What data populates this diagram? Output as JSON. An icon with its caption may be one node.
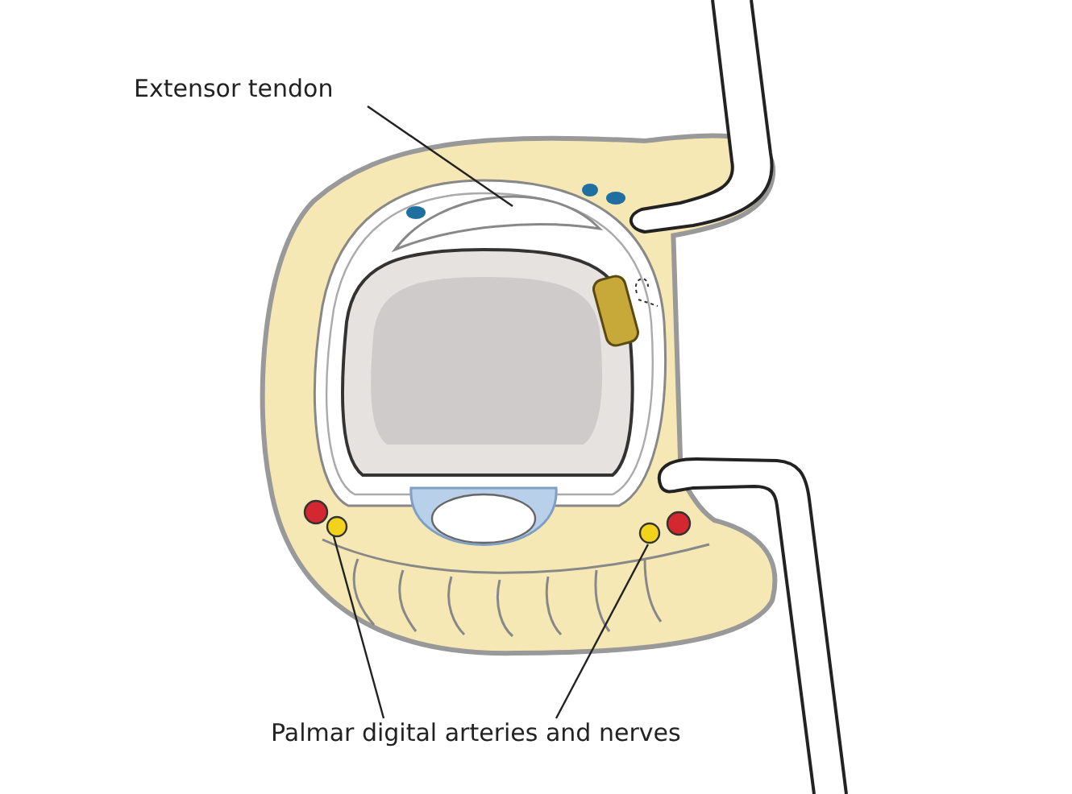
{
  "diagram": {
    "nodes": [
      {
        "text": [
          "Extensor tendon"
        ]
      },
      {
        "text": [],
        "shape": "band"
      },
      {
        "text": [
          "Palmar digital arteries and nerves"
        ]
      },
      {
        "text": [],
        "shape": "circle"
      },
      {
        "text": [],
        "shape": "circle"
      }
    ],
    "edges": [
      {
        "from": 0,
        "to": 1,
        "arrow": "none"
      },
      {
        "from": 2,
        "to": 3,
        "arrow": "none"
      },
      {
        "from": 2,
        "to": 4,
        "arrow": "none"
      }
    ]
  }
}
